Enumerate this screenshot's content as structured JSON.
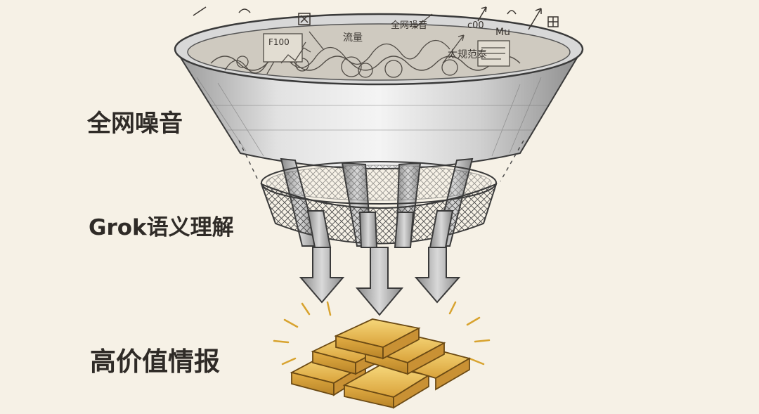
{
  "labels": {
    "noise": "全网噪音",
    "semantic": "Grok语义理解",
    "intelligence": "高价值情报"
  },
  "doodles": {
    "noise_tag": "全网噪音",
    "traffic_tag": "流量",
    "text_a": "F100",
    "text_b": "太规范泰",
    "text_c": "c00",
    "text_d": "Mu"
  },
  "colors": {
    "background": "#f6f1e6",
    "ink": "#2f2b27",
    "metal": "#b9b9b9",
    "gold": "#e8b94a"
  }
}
